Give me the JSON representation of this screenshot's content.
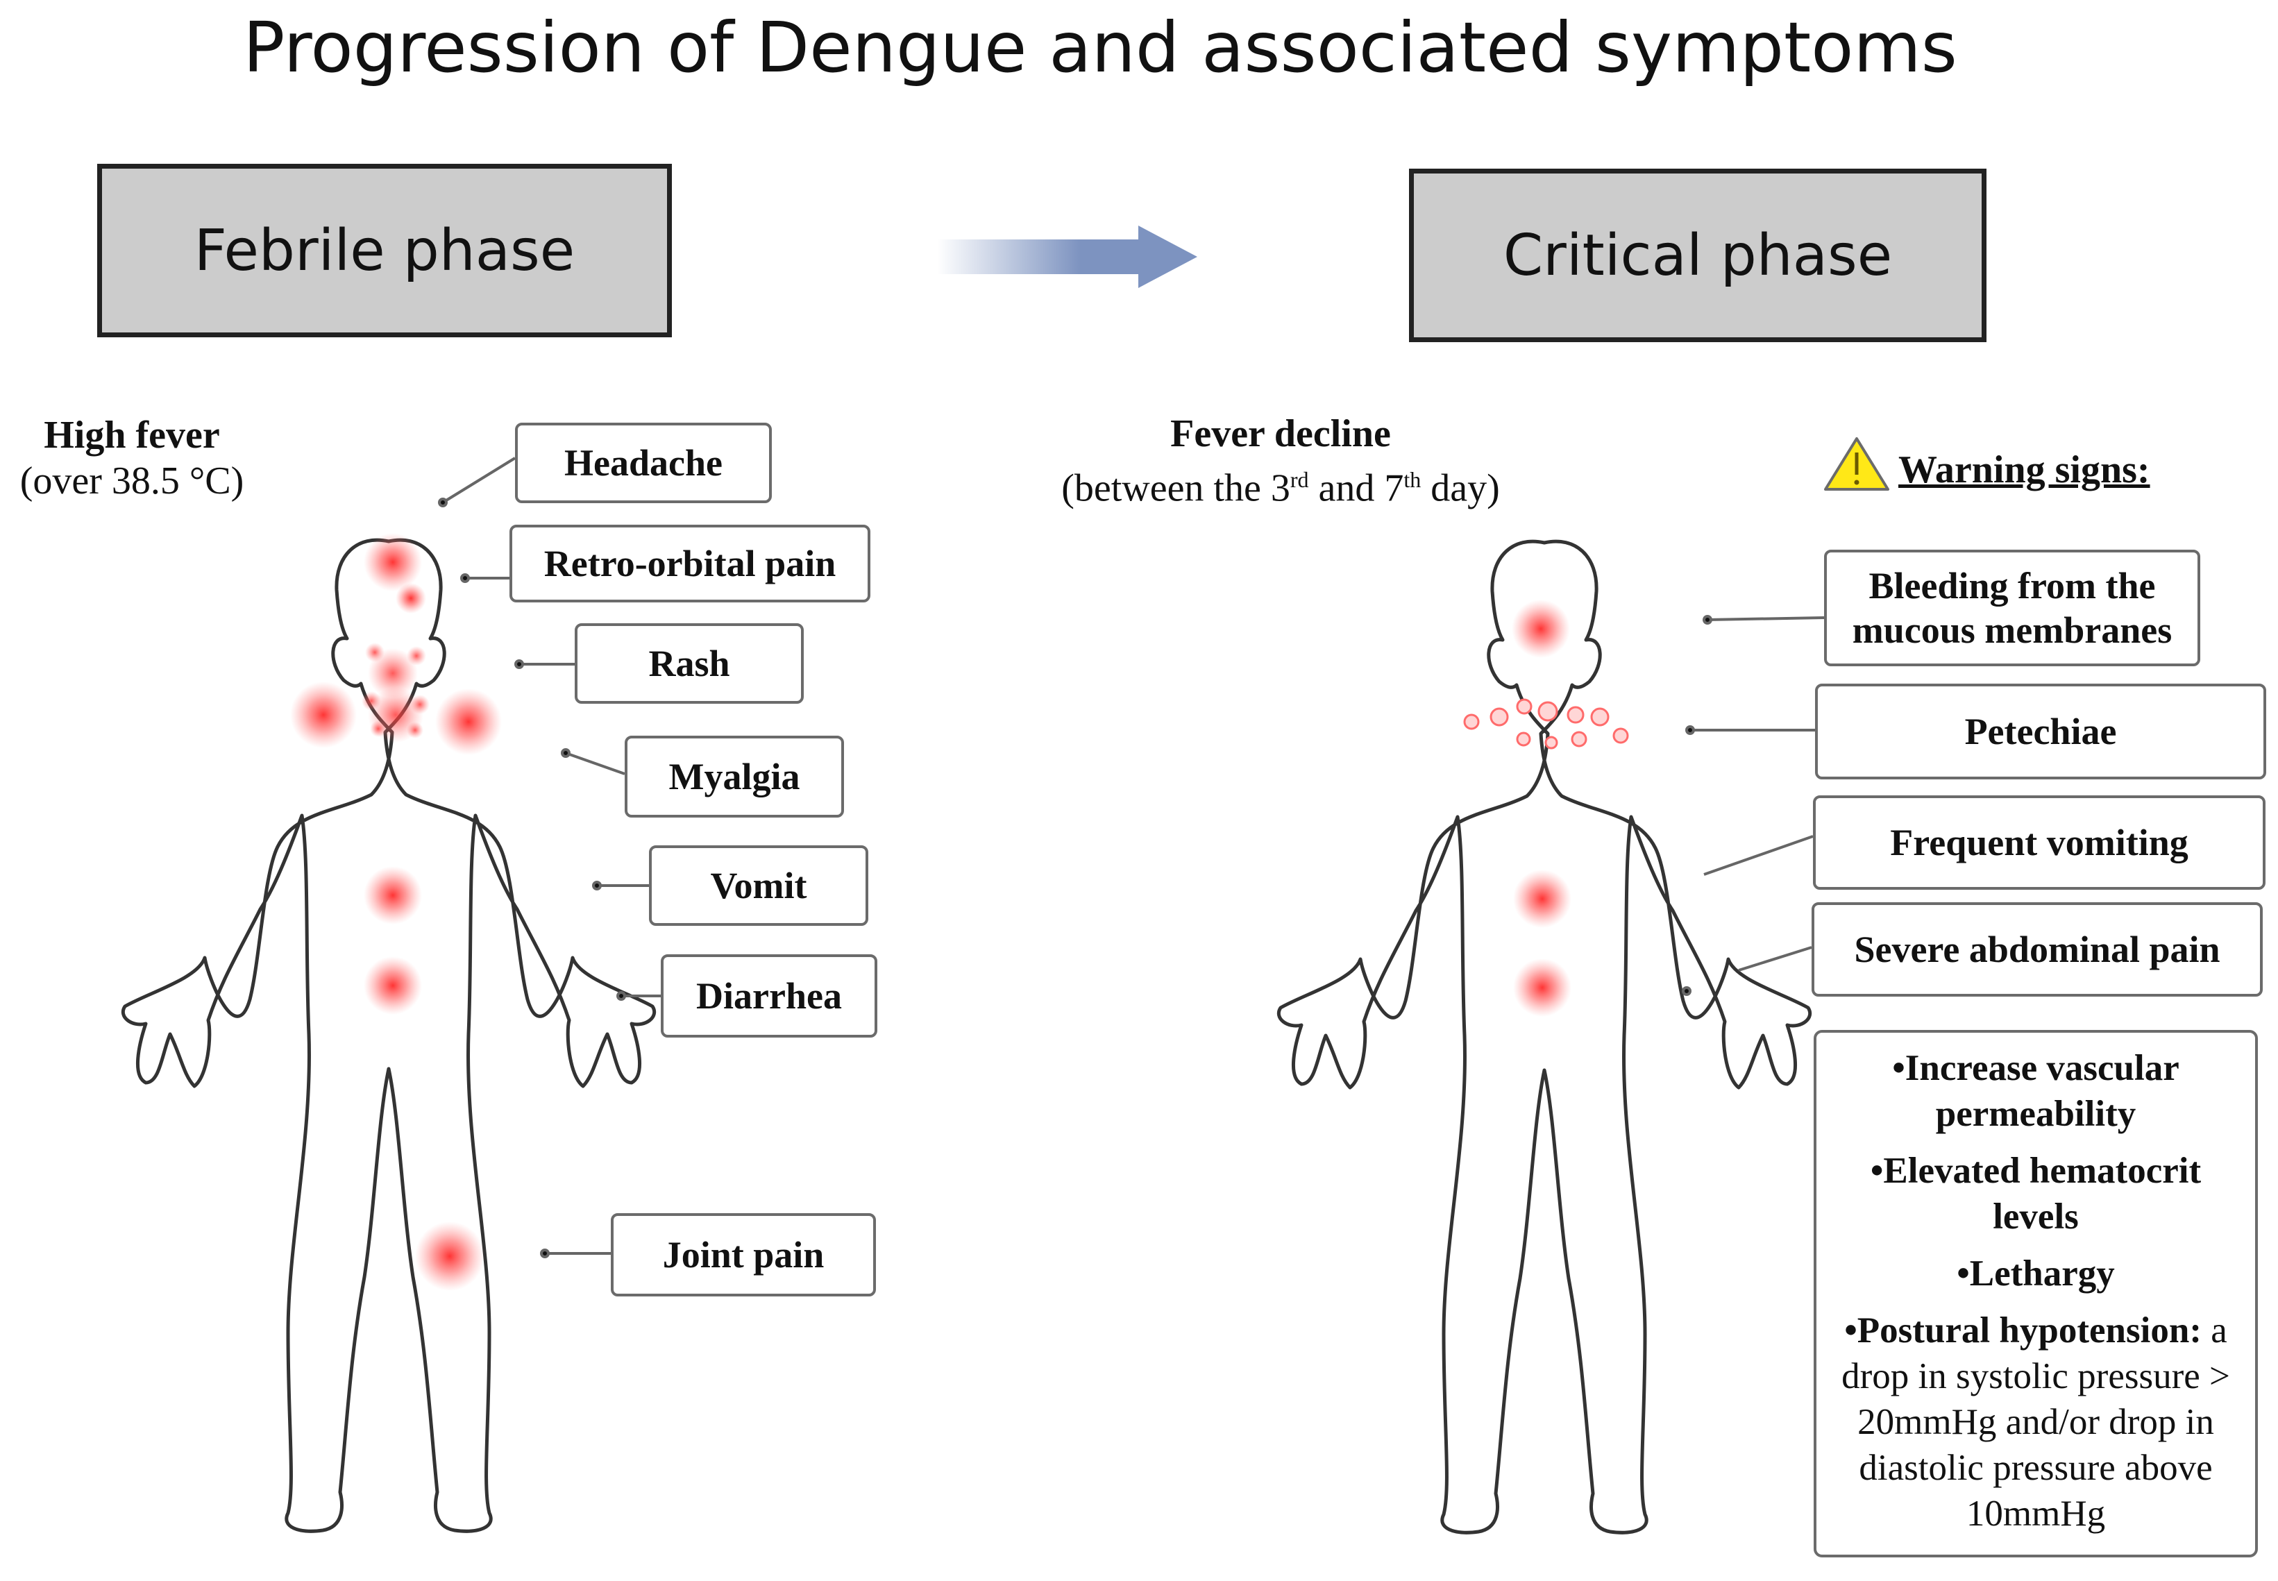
{
  "title": "Progression of Dengue and associated symptoms",
  "phases": {
    "febrile": "Febrile phase",
    "critical": "Critical phase"
  },
  "febrile": {
    "heading_bold": "High fever",
    "heading_detail": "(over 38.5 °C)",
    "symptoms": [
      "Headache",
      "Retro-orbital pain",
      "Rash",
      "Myalgia",
      "Vomit",
      "Diarrhea",
      "Joint pain"
    ]
  },
  "critical": {
    "heading_bold": "Fever decline",
    "heading_pre": "(between the 3",
    "heading_sup1": "rd",
    "heading_mid": " and 7",
    "heading_sup2": "th",
    "heading_post": " day)",
    "warning_title": "Warning signs:",
    "warning_icon": "warning-triangle-icon",
    "signs": [
      "Bleeding from the mucous membranes",
      "Petechiae",
      "Frequent vomiting",
      "Severe abdominal pain"
    ],
    "list": [
      {
        "bullet": "•",
        "bold": "Increase vascular permeability",
        "text": ""
      },
      {
        "bullet": "•",
        "bold": "Elevated hematocrit levels",
        "text": ""
      },
      {
        "bullet": "•",
        "bold": "Lethargy",
        "text": ""
      },
      {
        "bullet": "•",
        "bold": "Postural hypotension:",
        "text": " a drop in systolic pressure > 20mmHg and/or drop in diastolic pressure above 10mmHg"
      }
    ]
  },
  "colors": {
    "arrow": "#7d93c0",
    "spot": "#ff2a2a",
    "warning_fill": "#ffe817"
  }
}
